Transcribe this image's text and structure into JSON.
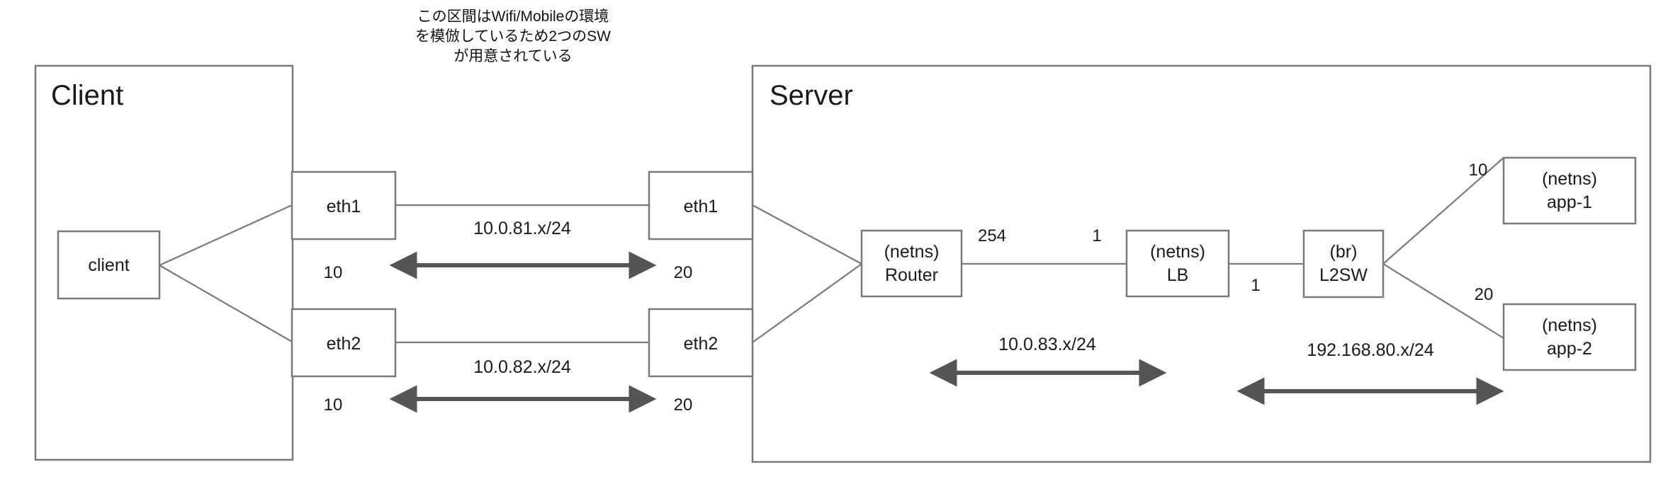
{
  "annotation": {
    "lines": [
      "この区間はWifi/Mobileの環境",
      "を模倣しているため2つのSW",
      "が用意されている"
    ]
  },
  "zones": [
    {
      "id": "client-zone",
      "title": "Client"
    },
    {
      "id": "server-zone",
      "title": "Server"
    }
  ],
  "nodes": {
    "client": {
      "label": "client"
    },
    "client_eth1": {
      "label": "eth1"
    },
    "client_eth2": {
      "label": "eth2"
    },
    "server_eth1": {
      "label": "eth1"
    },
    "server_eth2": {
      "label": "eth2"
    },
    "router": {
      "line1": "(netns)",
      "line2": "Router"
    },
    "lb": {
      "line1": "(netns)",
      "line2": "LB"
    },
    "l2sw": {
      "line1": "(br)",
      "line2": "L2SW"
    },
    "app1": {
      "line1": "(netns)",
      "line2": "app-1"
    },
    "app2": {
      "line1": "(netns)",
      "line2": "app-2"
    }
  },
  "host_octets": {
    "client_eth1": "10",
    "client_eth2": "10",
    "server_eth1": "20",
    "server_eth2": "20",
    "router_to_lb": "254",
    "lb_from_router": "1",
    "lb_to_l2sw": "1",
    "app1": "10",
    "app2": "20"
  },
  "subnets": [
    {
      "id": "subnet-10-0-81",
      "label": "10.0.81.x/24"
    },
    {
      "id": "subnet-10-0-82",
      "label": "10.0.82.x/24"
    },
    {
      "id": "subnet-10-0-83",
      "label": "10.0.83.x/24"
    },
    {
      "id": "subnet-192-168-80",
      "label": "192.168.80.x/24"
    }
  ],
  "colors": {
    "stroke": "#7a7a7a",
    "arrow": "#555555",
    "text": "#1a1a1a",
    "background": "#ffffff"
  }
}
